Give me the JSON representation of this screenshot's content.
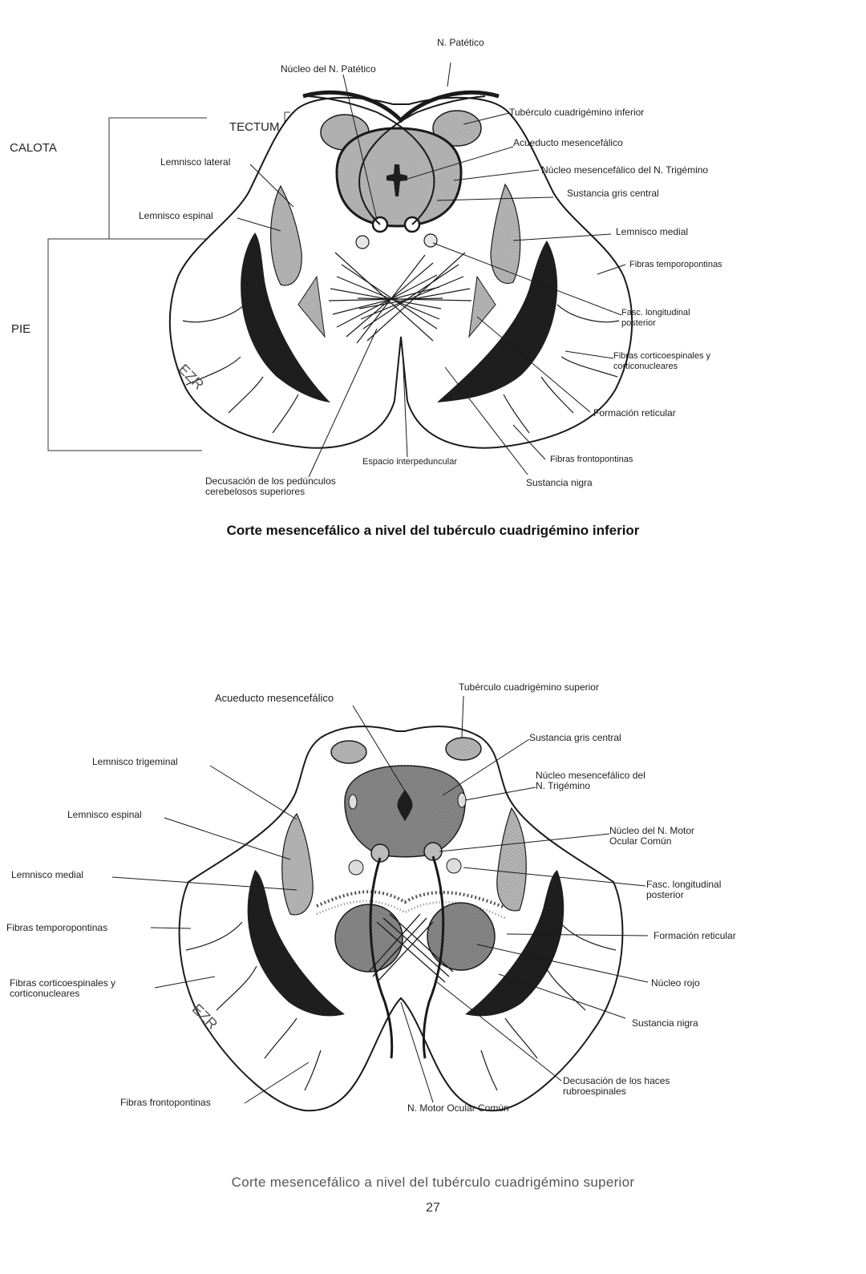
{
  "figure1": {
    "title": "Corte mesencefálico a nivel del tubérculo cuadrigémino inferior",
    "side_labels": {
      "calota": "CALOTA",
      "pie": "PIE",
      "tectum": "TECTUM"
    },
    "labels": {
      "n_patetico": "N. Patético",
      "nucleo_patetico": "Núcleo del N. Patético",
      "tuberculo_inferior": "Tubérculo cuadrigémino inferior",
      "acueducto": "Acueducto mesencefálico",
      "nucleo_mesencefalico": "Núcleo mesencefálico del N. Trigémino",
      "sustancia_gris": "Sustancia gris central",
      "lemnisco_lateral": "Lemnisco lateral",
      "lemnisco_espinal": "Lemnisco espinal",
      "lemnisco_medial": "Lemnisco medial",
      "temporopontinas": "Fibras temporopontinas",
      "fasc_1": "Fasc. longitudinal",
      "fasc_2": "posterior",
      "corticoespinales_1": "Fibras corticoespinales y",
      "corticoespinales_2": "corticonucleares",
      "formacion_reticular": "Formación reticular",
      "frontopontinas": "Fibras frontopontinas",
      "espacio": "Espacio interpeduncular",
      "sustancia_nigra": "Sustancia nigra",
      "decusacion_1": "Decusación de los pedúnculos",
      "decusacion_2": "cerebelosos superiores"
    }
  },
  "figure2": {
    "title": "Corte mesencefálico a nivel del tubérculo cuadrigémino superior",
    "labels": {
      "acueducto": "Acueducto mesencefálico",
      "tuberculo_superior": "Tubérculo cuadrigémino superior",
      "sustancia_gris": "Sustancia gris central",
      "lemnisco_trigeminal": "Lemnisco trigeminal",
      "nucleo_mesencefalico_1": "Núcleo mesencefálico del",
      "nucleo_mesencefalico_2": "N. Trigémino",
      "lemnisco_espinal": "Lemnisco espinal",
      "nucleo_motor_1": "Núcleo del N. Motor",
      "nucleo_motor_2": "Ocular Común",
      "lemnisco_medial": "Lemnisco medial",
      "fasc_1": "Fasc. longitudinal",
      "fasc_2": "posterior",
      "temporopontinas": "Fibras temporopontinas",
      "formacion_reticular": "Formación reticular",
      "corticoespinales_1": "Fibras corticoespinales y",
      "corticoespinales_2": "corticonucleares",
      "nucleo_rojo": "Núcleo rojo",
      "sustancia_nigra": "Sustancia nigra",
      "decusacion_1": "Decusación de los haces",
      "decusacion_2": "rubroespinales",
      "frontopontinas": "Fibras frontopontinas",
      "n_motor": "N. Motor Ocular Común"
    }
  },
  "page_number": "27",
  "colors": {
    "ink": "#1a1a1a",
    "gray_light": "#c9c9c9",
    "gray_mid": "#9a9a9a",
    "gray_dark": "#6e6e6e",
    "black_fill": "#1e1e1e"
  }
}
